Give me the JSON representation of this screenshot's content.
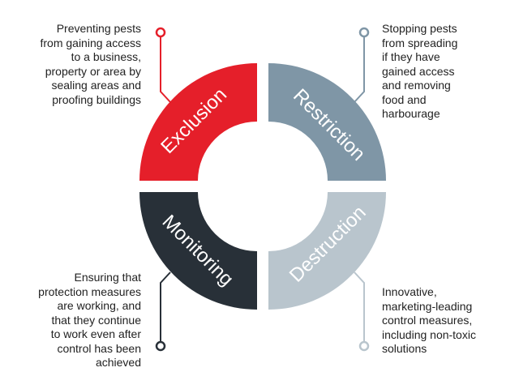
{
  "segments": [
    {
      "label": "Exclusion",
      "color": "#e51f2a",
      "description_lines": [
        "Preventing pests",
        "from gaining access",
        "to a business,",
        "property or area by",
        "sealing areas and",
        "proofing buildings"
      ]
    },
    {
      "label": "Restriction",
      "color": "#7f96a6",
      "description_lines": [
        "Stopping pests",
        "from spreading",
        "if they have",
        "gained access",
        "and removing",
        "food and",
        "harbourage"
      ]
    },
    {
      "label": "Monitoring",
      "color": "#283038",
      "description_lines": [
        "Ensuring that",
        "protection measures",
        "are working, and",
        "that they continue",
        "to work even after",
        "control has been",
        "achieved"
      ]
    },
    {
      "label": "Destruction",
      "color": "#b9c5cd",
      "description_lines": [
        "Innovative,",
        "marketing-leading",
        "control measures,",
        "including non-toxic",
        "solutions"
      ]
    }
  ]
}
